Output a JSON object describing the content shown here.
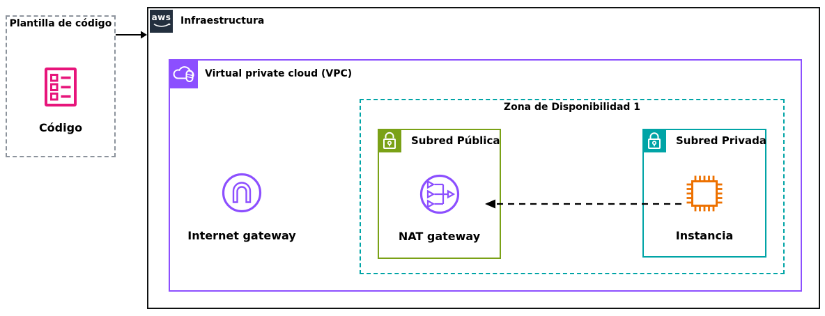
{
  "colors": {
    "purple": "#8C4FFF",
    "green": "#7AA116",
    "teal": "#00A4A6",
    "pink": "#E7157B",
    "orange": "#ED7100",
    "navy": "#232F3E",
    "graydash": "#8C939C"
  },
  "template_box": {
    "title": "Plantilla de código",
    "code_label": "Código"
  },
  "infrastructure": {
    "logo_text": "aws",
    "label": "Infraestructura"
  },
  "vpc": {
    "label": "Virtual private cloud (VPC)"
  },
  "internet_gateway": {
    "label": "Internet gateway"
  },
  "availability_zone": {
    "label": "Zona de Disponibilidad 1"
  },
  "public_subnet": {
    "label": "Subred Pública",
    "resource_label": "NAT gateway"
  },
  "private_subnet": {
    "label": "Subred Privada",
    "resource_label": "Instancia"
  }
}
